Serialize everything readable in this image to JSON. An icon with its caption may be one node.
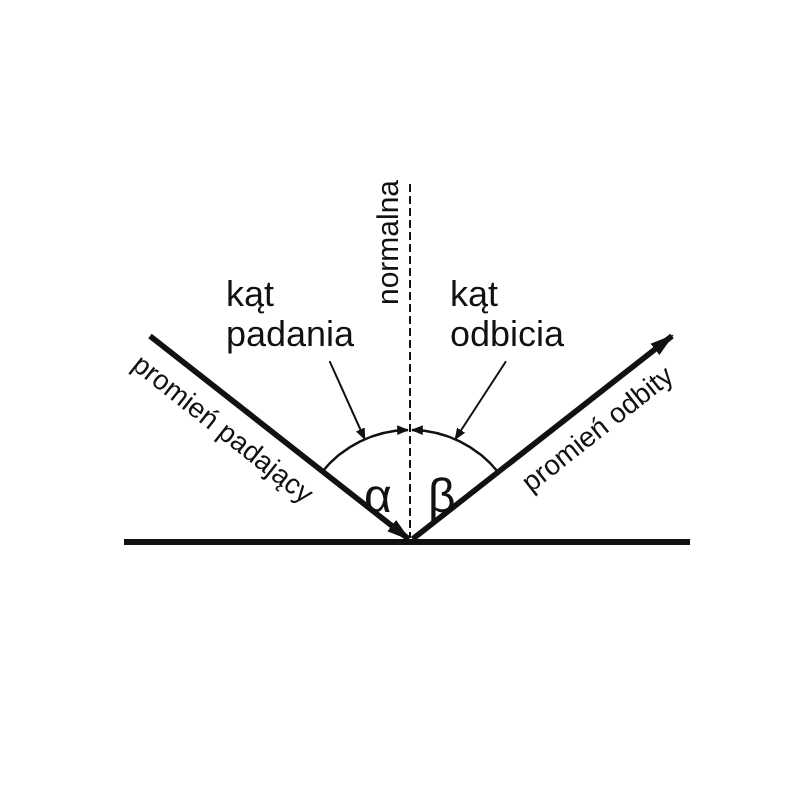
{
  "diagram": {
    "nodes": [
      {
        "text": [
          "kąt padania"
        ]
      },
      {
        "text": [
          "kąt odbicia"
        ]
      },
      {
        "text": [],
        "shape": "arc"
      },
      {
        "text": [],
        "shape": "arc"
      },
      {
        "text": [],
        "shape": "bar"
      }
    ],
    "edges": [
      {
        "from": 0,
        "to": 2,
        "arrow": "to"
      },
      {
        "from": 1,
        "to": 3,
        "arrow": "to"
      },
      {
        "from": null,
        "to": 4,
        "arrow": "to",
        "label": "promień padający",
        "style": "thick"
      },
      {
        "from": 4,
        "to": null,
        "arrow": "to",
        "label": "promień odbity",
        "style": "thick"
      }
    ],
    "labels": [
      "normalna",
      "α",
      "β"
    ]
  }
}
